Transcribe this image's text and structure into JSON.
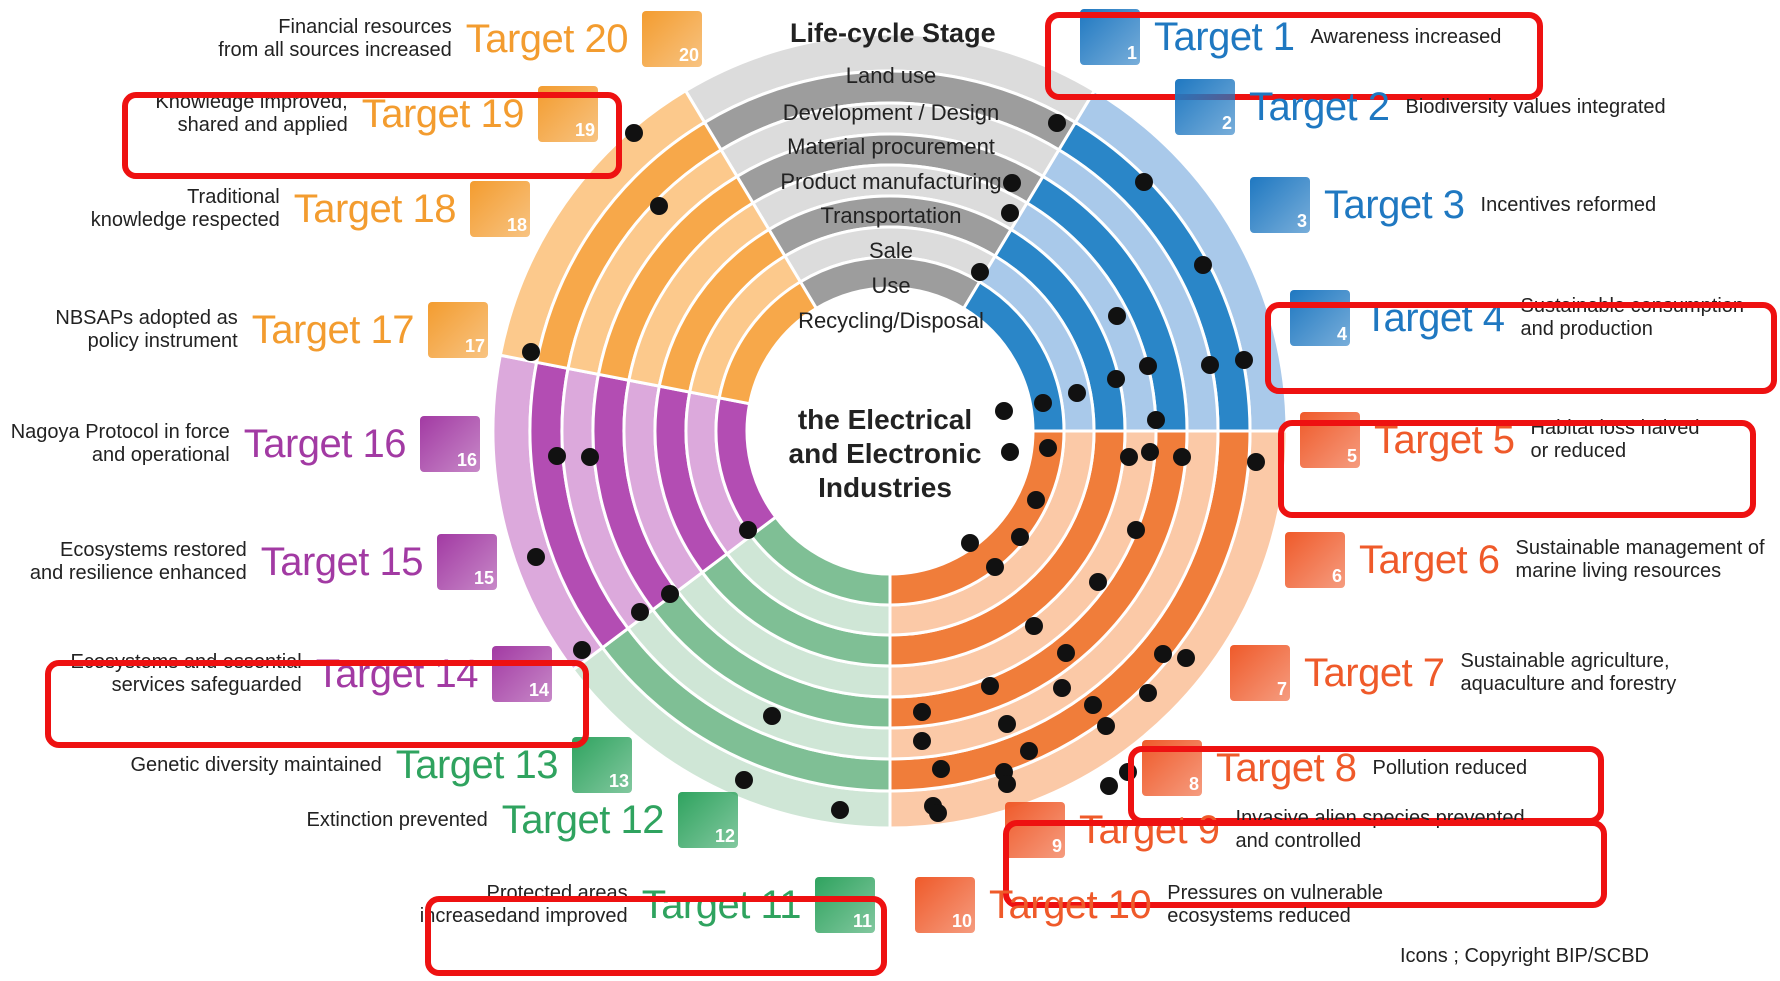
{
  "diagram": {
    "lifecycle_title": "Life-cycle Stage",
    "stages": [
      "Land use",
      "Development / Design",
      "Material procurement",
      "Product manufacturing",
      "Transportation",
      "Sale",
      "Use",
      "Recycling/Disposal"
    ],
    "center_text": [
      "the Electrical",
      "and Electronic",
      "Industries"
    ],
    "copyright": "Icons ; Copyright BIP/SCBD",
    "sector_colors": {
      "orange": [
        "#f7a84a",
        "#fcc98c"
      ],
      "blue": [
        "#2a86c8",
        "#a9c9ea"
      ],
      "red": [
        "#f07d3a",
        "#fbc9a7"
      ],
      "green": [
        "#7fbf95",
        "#cfe6d6"
      ],
      "purple": [
        "#b34db3",
        "#dca9dc"
      ],
      "grey": [
        "#9d9d9d",
        "#dcdcdc"
      ]
    },
    "highlight_color": "#ee1111"
  },
  "targets": [
    {
      "id": 1,
      "label": "Target 1",
      "desc": [
        "Awareness increased"
      ],
      "color": "#1f78c1",
      "icon": "awareness-icon",
      "highlighted": true
    },
    {
      "id": 2,
      "label": "Target 2",
      "desc": [
        "Biodiversity values integrated"
      ],
      "color": "#1f78c1",
      "icon": "values-icon",
      "highlighted": false
    },
    {
      "id": 3,
      "label": "Target 3",
      "desc": [
        "Incentives reformed"
      ],
      "color": "#1f78c1",
      "icon": "incentives-icon",
      "highlighted": false
    },
    {
      "id": 4,
      "label": "Target 4",
      "desc": [
        "Sustainable consumption",
        "and production"
      ],
      "color": "#1f78c1",
      "icon": "recycle-icon",
      "highlighted": true
    },
    {
      "id": 5,
      "label": "Target 5",
      "desc": [
        "Habitat loss halved",
        "or reduced"
      ],
      "color": "#ef5a2a",
      "icon": "habitat-icon",
      "highlighted": true
    },
    {
      "id": 6,
      "label": "Target 6",
      "desc": [
        "Sustainable management of",
        "marine living resources"
      ],
      "color": "#ef5a2a",
      "icon": "fish-icon",
      "highlighted": false
    },
    {
      "id": 7,
      "label": "Target 7",
      "desc": [
        "Sustainable agriculture,",
        "aquaculture and forestry"
      ],
      "color": "#ef5a2a",
      "icon": "agriculture-icon",
      "highlighted": false
    },
    {
      "id": 8,
      "label": "Target 8",
      "desc": [
        "Pollution reduced"
      ],
      "color": "#ef5a2a",
      "icon": "pollution-icon",
      "highlighted": true
    },
    {
      "id": 9,
      "label": "Target 9",
      "desc": [
        "Invasive alien species prevented",
        "and controlled"
      ],
      "color": "#ef5a2a",
      "icon": "invasive-icon",
      "highlighted": true
    },
    {
      "id": 10,
      "label": "Target 10",
      "desc": [
        "Pressures on vulnerable",
        "ecosystems reduced"
      ],
      "color": "#ef5a2a",
      "icon": "coral-icon",
      "highlighted": false
    },
    {
      "id": 11,
      "label": "Target 11",
      "desc": [
        "Protected areas",
        "increasedand improved"
      ],
      "color": "#2fa35f",
      "icon": "protected-area-icon",
      "highlighted": true
    },
    {
      "id": 12,
      "label": "Target 12",
      "desc": [
        "Extinction prevented"
      ],
      "color": "#2fa35f",
      "icon": "extinction-icon",
      "highlighted": false
    },
    {
      "id": 13,
      "label": "Target 13",
      "desc": [
        "Genetic diversity maintained"
      ],
      "color": "#2fa35f",
      "icon": "genetic-icon",
      "highlighted": false
    },
    {
      "id": 14,
      "label": "Target 14",
      "desc": [
        "Ecosystems and essential",
        "services safeguarded"
      ],
      "color": "#a23aa3",
      "icon": "water-icon",
      "highlighted": true
    },
    {
      "id": 15,
      "label": "Target 15",
      "desc": [
        "Ecosystems restored",
        "and resilience enhanced"
      ],
      "color": "#a23aa3",
      "icon": "restore-icon",
      "highlighted": false
    },
    {
      "id": 16,
      "label": "Target 16",
      "desc": [
        "Nagoya Protocol in force",
        "and operational"
      ],
      "color": "#a23aa3",
      "icon": "nagoya-icon",
      "highlighted": false
    },
    {
      "id": 17,
      "label": "Target 17",
      "desc": [
        "NBSAPs adopted as",
        "policy instrument"
      ],
      "color": "#f39c2f",
      "icon": "policy-icon",
      "highlighted": false
    },
    {
      "id": 18,
      "label": "Target 18",
      "desc": [
        "Traditional",
        "knowledge respected"
      ],
      "color": "#f39c2f",
      "icon": "traditional-icon",
      "highlighted": false
    },
    {
      "id": 19,
      "label": "Target 19",
      "desc": [
        "Knowledge improved,",
        "shared and applied"
      ],
      "color": "#f39c2f",
      "icon": "knowledge-icon",
      "highlighted": true
    },
    {
      "id": 20,
      "label": "Target 20",
      "desc": [
        "Financial resources",
        "from all sources increased"
      ],
      "color": "#f39c2f",
      "icon": "finance-icon",
      "highlighted": false
    }
  ]
}
